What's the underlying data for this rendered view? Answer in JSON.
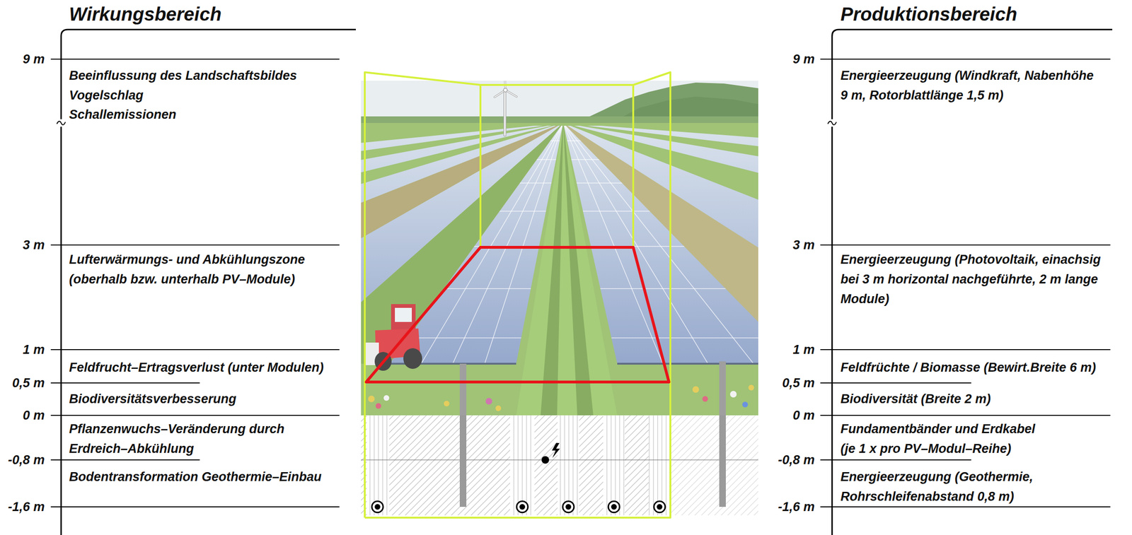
{
  "diagram": {
    "labels": [
      "Wirkungsbereich",
      "9 m",
      "Beeinflussung des Landschaftsbildes",
      "Vogelschlag",
      "Schallemissionen",
      "3 m",
      "Lufterwärmungs- und Abkühlungszone (oberhalb bzw. unterhalb PV–Module)",
      "1 m",
      "Feldfrucht–Ertragsverlust (unter Modulen)",
      "0,5 m",
      "Biodiversitätsverbesserung",
      "0 m",
      "Pflanzenwuchs–Veränderung durch Erdreich–Abkühlung",
      "-0,8 m",
      "Bodentransformation Geothermie–Einbau",
      "-1,6 m",
      "Produktionsbereich",
      "9 m",
      "Energieerzeugung (Windkraft, Nabenhöhe 9 m, Rotorblattlänge 1,5 m)",
      "3 m",
      "Energieerzeugung (Photovoltaik, einachsig bei 3 m horizontal nachgeführte, 2 m lange Module)",
      "1 m",
      "Feldfrüchte / Biomasse (Bewirt.Breite 6 m)",
      "0,5 m",
      "Biodiversität (Breite 2 m)",
      "0 m",
      "Fundamentbänder und Erdkabel (je 1 x pro PV–Modul–Reihe)",
      "-0,8 m",
      "Energieerzeugung (Geothermie, Rohrschleifenabstand 0,8 m)",
      "-1,6 m"
    ]
  }
}
